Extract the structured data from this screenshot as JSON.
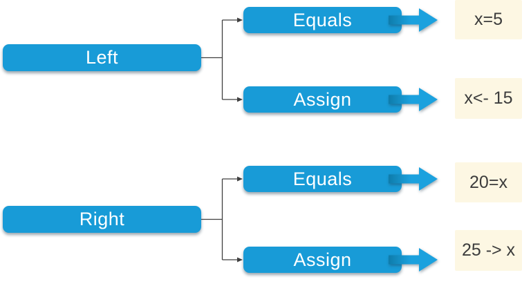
{
  "diagram": {
    "trees": [
      {
        "parent": "Left",
        "children": [
          {
            "label": "Equals",
            "result": "x=5"
          },
          {
            "label": "Assign",
            "result": "x<- 15"
          }
        ]
      },
      {
        "parent": "Right",
        "children": [
          {
            "label": "Equals",
            "result": "20=x"
          },
          {
            "label": "Assign",
            "result": "25 -> x"
          }
        ]
      }
    ]
  },
  "colors": {
    "node_blue": "#189bd7",
    "node_text": "#ffffff",
    "arrow_dark": "#0e7cab",
    "arrow_light": "#1ba1de",
    "result_bg": "#fdf7e3",
    "result_text": "#3c3c3c",
    "connector": "#3f3f3f"
  }
}
